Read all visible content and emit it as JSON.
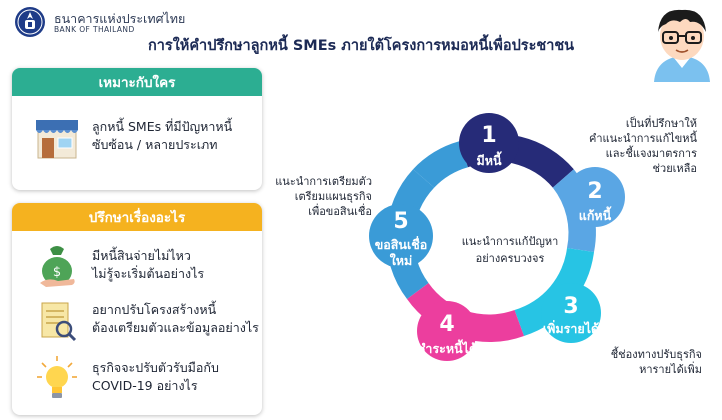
{
  "header": {
    "org_name_th": "ธนาคารแห่งประเทศไทย",
    "org_name_en": "BANK OF THAILAND",
    "title": "การให้คำปรึกษาลูกหนี้ SMEs ภายใต้โครงการหมอหนี้เพื่อประชาชน"
  },
  "target_card": {
    "heading": "เหมาะกับใคร",
    "lines": [
      "ลูกหนี้ SMEs ที่มีปัญหาหนี้",
      "ซับซ้อน / หลายประเภท"
    ]
  },
  "topics_card": {
    "heading": "ปรึกษาเรื่องอะไร",
    "items": [
      {
        "icon": "money-bag-icon",
        "lines": [
          "มีหนี้สินจ่ายไม่ไหว",
          "ไม่รู้จะเริ่มต้นอย่างไร"
        ]
      },
      {
        "icon": "document-icon",
        "lines": [
          "อยากปรับโครงสร้างหนี้",
          "ต้องเตรียมตัวและข้อมูลอย่างไร"
        ]
      },
      {
        "icon": "lightbulb-icon",
        "lines": [
          "ธุรกิจจะปรับตัวรับมือกับ",
          "COVID-19 อย่างไร"
        ]
      }
    ]
  },
  "cycle": {
    "center_lines": [
      "แนะนำการแก้ปัญหา",
      "อย่างครบวงจร"
    ],
    "steps": [
      {
        "number": "1",
        "label": "มีหนี้",
        "color": "#262b78",
        "description": []
      },
      {
        "number": "2",
        "label": "แก้หนี้",
        "color": "#5aa6e4",
        "description": [
          "เป็นที่ปรึกษาให้",
          "คำแนะนำการแก้ไขหนี้",
          "และชี้แจงมาตรการ",
          "ช่วยเหลือ"
        ]
      },
      {
        "number": "3",
        "label": "เพิ่มรายได้",
        "color": "#27c4e4",
        "description": [
          "ชี้ช่องทางปรับธุรกิจ",
          "หารายได้เพิ่ม"
        ]
      },
      {
        "number": "4",
        "label": "ชำระหนี้ได้",
        "color": "#ec3e9e",
        "description": []
      },
      {
        "number": "5",
        "label": [
          "ขอสินเชื่อ",
          "ใหม่"
        ],
        "color": "#3a9bd7",
        "description": [
          "แนะนำการเตรียมตัว",
          "เตรียมแผนธุรกิจ",
          "เพื่อขอสินเชื่อ"
        ]
      }
    ]
  }
}
